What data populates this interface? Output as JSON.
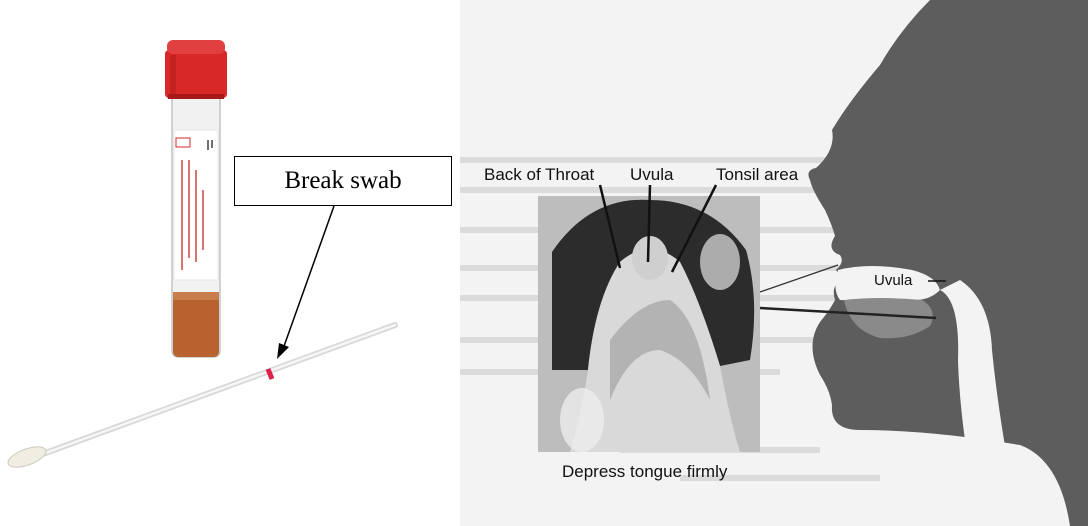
{
  "left": {
    "callout": "Break swab"
  },
  "right": {
    "labels": {
      "back_of_throat": "Back of Throat",
      "uvula_top": "Uvula",
      "tonsil_area": "Tonsil area",
      "uvula_side": "Uvula",
      "depress_tongue": "Depress tongue firmly"
    }
  },
  "colors": {
    "cap_red": "#d92828",
    "liquid": "#b8632f",
    "swab_mark": "#e0204a",
    "silhouette": "#5d5d5d"
  }
}
